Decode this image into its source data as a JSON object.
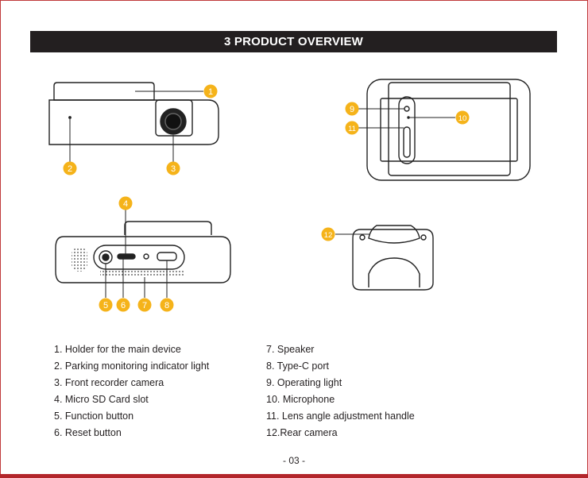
{
  "header": {
    "title": "3 PRODUCT OVERVIEW"
  },
  "badges": [
    "1",
    "2",
    "3",
    "4",
    "5",
    "6",
    "7",
    "8",
    "9",
    "10",
    "11",
    "12"
  ],
  "list_left": [
    "1. Holder for the main device",
    "2. Parking monitoring indicator light",
    "3. Front recorder camera",
    "4. Micro SD Card slot",
    "5. Function button",
    "6. Reset button"
  ],
  "list_right": [
    "7. Speaker",
    "8. Type-C port",
    "9. Operating light",
    "10. Microphone",
    "11. Lens angle adjustment handle",
    "12.Rear camera"
  ],
  "footer": {
    "page": "- 03 -"
  },
  "colors": {
    "header_bg": "#231f20",
    "badge": "#f5b31a",
    "frame": "#c0393b"
  }
}
